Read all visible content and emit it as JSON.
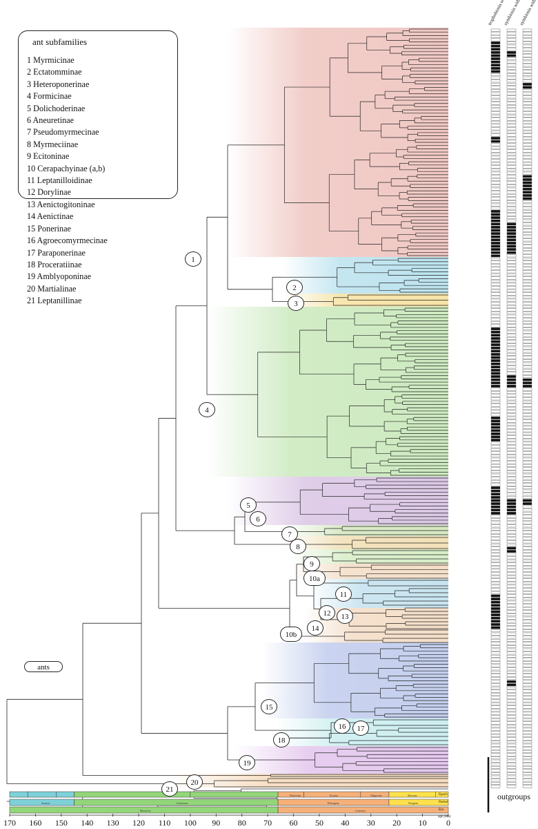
{
  "legend": {
    "title": "ant subfamilies",
    "items": [
      "1 Myrmicinae",
      "2 Ectatomminae",
      "3 Heteroponerinae",
      "4 Formicinae",
      "5 Dolichoderinae",
      "6 Aneuretinae",
      "7 Pseudomyrmecinae",
      "8 Myrmeciinae",
      "9 Ecitoninae",
      "10 Cerapachyinae (a,b)",
      "11 Leptanilloidinae",
      "12 Dorylinae",
      "13 Aenictogitoninae",
      "14 Aenictinae",
      "15 Ponerinae",
      "16 Agroecomyrmecinae",
      "17 Paraponerinae",
      "18 Proceratiinae",
      "19 Amblyoponinae",
      "20 Martialinae",
      "21 Leptanillinae"
    ]
  },
  "nodes": [
    "1",
    "2",
    "3",
    "4",
    "5",
    "6",
    "7",
    "8",
    "9",
    "10a",
    "11",
    "12",
    "13",
    "14",
    "10b",
    "15",
    "16",
    "17",
    "18",
    "19",
    "20",
    "21"
  ],
  "ants_label": "ants",
  "outgroups_label": "outgroups",
  "trait_columns": [
    "trophobiosis with hemiptera",
    "symbiosis with plants",
    "symbiosis with fungi"
  ],
  "timescale": {
    "row_labels": [
      "Epoch",
      "Period",
      "Era"
    ],
    "periods": [
      "Jurassic",
      "Cretaceous",
      "Paleogene",
      "Neogene"
    ],
    "eras": [
      "Mesozoic",
      "Cenozoic"
    ],
    "epochs": [
      "Paleocene",
      "Eocene",
      "Oligocene",
      "Miocene"
    ],
    "age_label": "age (Ma)"
  },
  "axis_ticks": [
    "170",
    "160",
    "150",
    "140",
    "130",
    "120",
    "110",
    "100",
    "90",
    "80",
    "70",
    "60",
    "50",
    "40",
    "30",
    "20",
    "10",
    "0"
  ],
  "clade_colors": {
    "myrmicinae": "#f0c8c3",
    "ectatomminae": "#bde3ef",
    "heteroponerinae": "#f6e3a6",
    "formicinae": "#cdeac0",
    "dolichoderinae": "#dcc8e6",
    "pseudomyrmecinae": "#d6e8c2",
    "myrmeciinae": "#f2e0b8",
    "ecitoninae": "#d8eec8",
    "cerapachyinae": "#f4dec8",
    "dorylinae": "#c8e4f0",
    "ponerinae": "#c4cfee",
    "proceratiinae": "#cdeef0",
    "amblyoponinae": "#e4c8ee",
    "leptanillinae": "#f6dcc0",
    "jurassic": "#7ed1d8",
    "cretaceous": "#93d67a",
    "paleogene": "#f5b079",
    "neogene": "#ffe14d"
  }
}
